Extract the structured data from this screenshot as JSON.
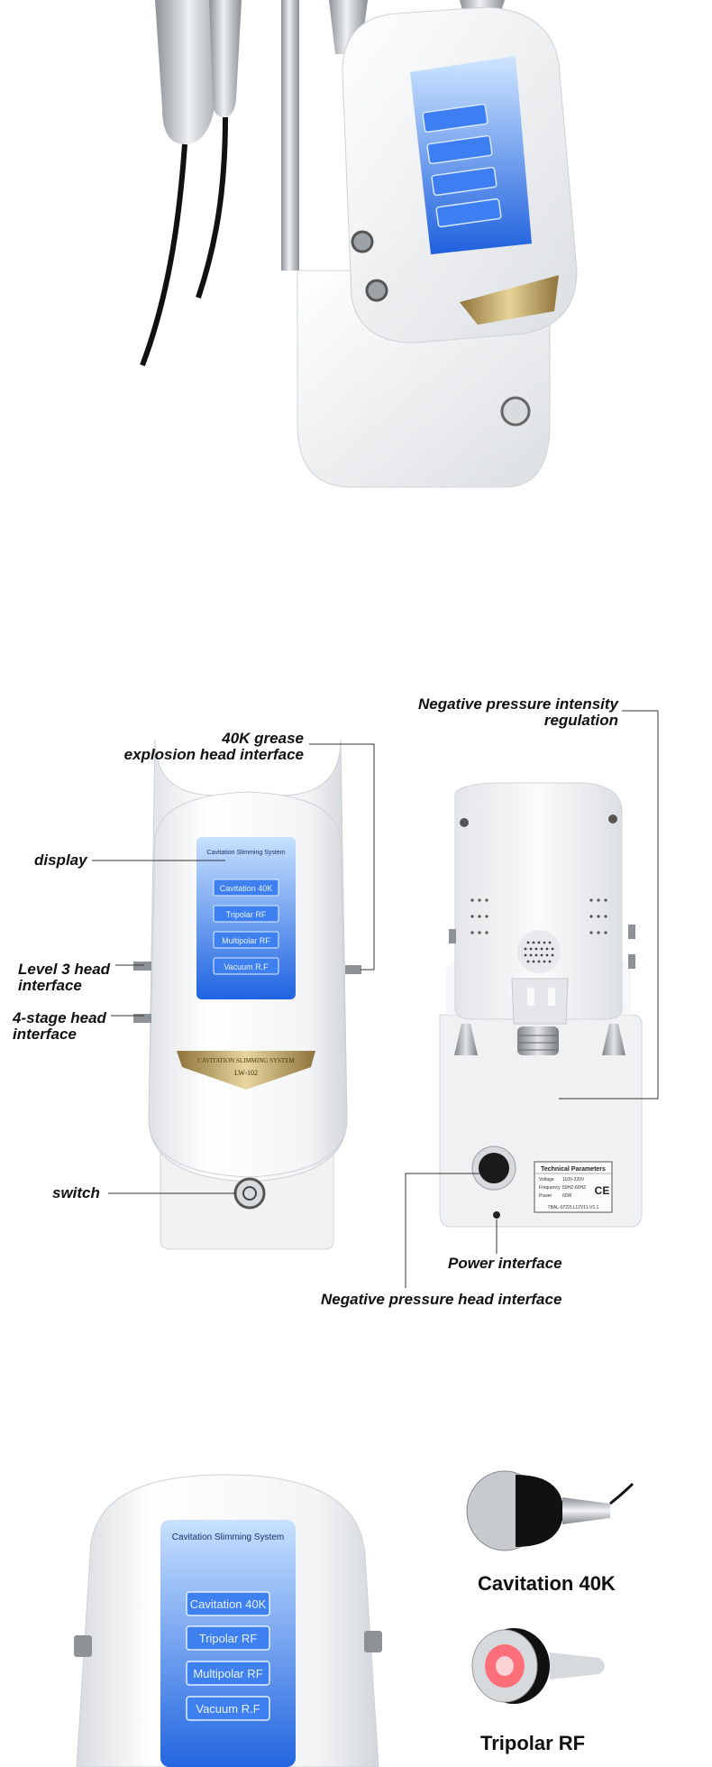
{
  "device": {
    "screen_title": "Cavitation Slimming System",
    "buttons": [
      "Cavitation 40K",
      "Tripolar RF",
      "Multipolar RF",
      "Vacuum R.F"
    ],
    "badge_title": "CAVITATION SLIMMING SYSTEM",
    "model": "LW-102"
  },
  "diagram": {
    "labels": {
      "neg_pressure_line1": "Negative pressure intensity",
      "neg_pressure_line2": "regulation",
      "grease_line1": "40K grease",
      "grease_line2": "explosion head interface",
      "display": "display",
      "level3_line1": "Level 3 head",
      "level3_line2": "interface",
      "stage4_line1": "4-stage head",
      "stage4_line2": "interface",
      "switch": "switch",
      "power": "Power interface",
      "neg_head": "Negative pressure head interface"
    },
    "rating_plate": {
      "title": "Technical Parameters",
      "rows": [
        {
          "k": "Voltage",
          "v": "110V-220V"
        },
        {
          "k": "Frequency",
          "v": "50HZ-60HZ"
        },
        {
          "k": "Power",
          "v": "60W"
        }
      ],
      "serial": "TBAL-0722LL12V11-V1.1",
      "mark": "CE"
    }
  },
  "products": [
    {
      "name": "Cavitation 40K"
    },
    {
      "name": "Tripolar RF"
    }
  ],
  "colors": {
    "screen_top": "#c7e1ff",
    "screen_bottom": "#1f63e0",
    "gold": "#b89a52",
    "body": "#f4f5f7"
  }
}
